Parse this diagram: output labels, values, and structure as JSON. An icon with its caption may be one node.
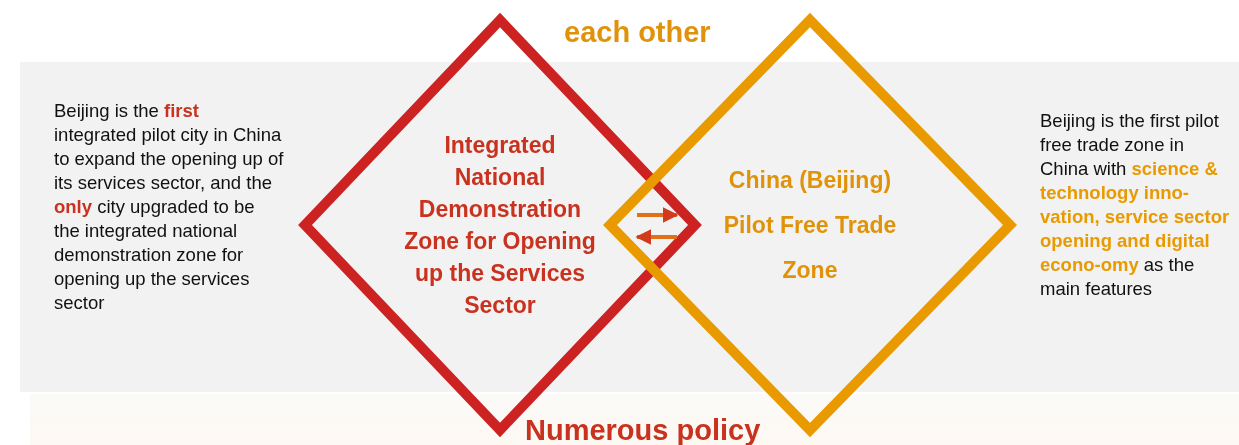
{
  "diagram": {
    "nodes": [
      {
        "text": [
          "Integrated National Demonstration Zone for Opening up the Services Sector"
        ]
      },
      {
        "text": [
          "China (Beijing) Pilot Free Trade Zone"
        ]
      }
    ],
    "edges": [
      {
        "from": 0,
        "to": 1,
        "arrow": "to"
      },
      {
        "from": 1,
        "to": 0,
        "arrow": "to"
      }
    ],
    "labels": [
      "each other",
      "Beijing is the **first** integrated pilot city in China to expand the opening up of its services sector, and the **only** city upgraded to be the integrated national demonstration zone for opening up the services sector",
      "Beijing is the first pilot free trade zone in China with **science & technology inno-vation, service sector opening and digital econo-omy** as the main features",
      "Numerous policy"
    ]
  }
}
